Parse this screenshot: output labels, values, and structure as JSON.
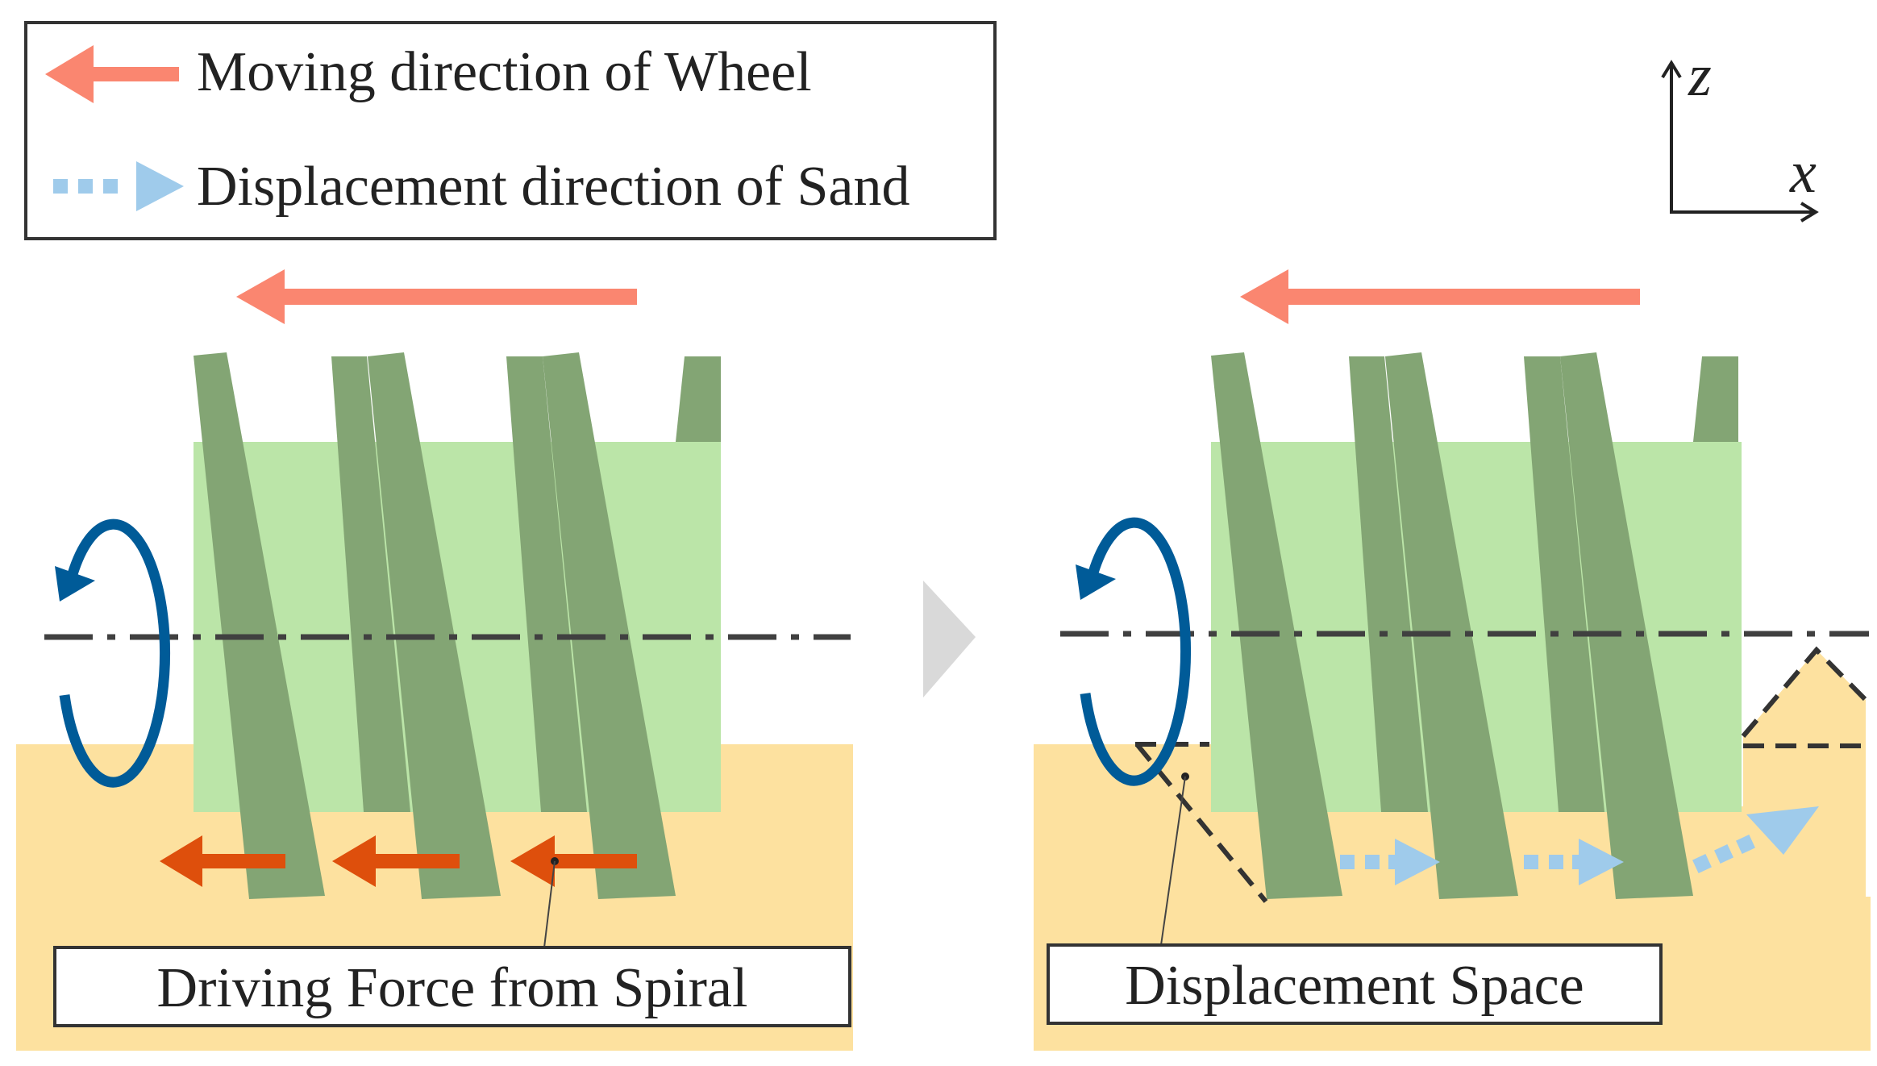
{
  "legend": {
    "wheel_label": "Moving direction of Wheel",
    "sand_label": "Displacement direction of Sand"
  },
  "axes": {
    "z": "z",
    "x": "x"
  },
  "left_panel": {
    "caption": "Driving Force from Spiral"
  },
  "right_panel": {
    "caption": "Displacement Space"
  },
  "colors": {
    "wheel_arrow": "#fa8670",
    "sand_arrow": "#9fcbeb",
    "driving_force_arrow": "#de4f0c",
    "rotation_arrow": "#005b98",
    "sand": "#fde19f",
    "wheel_body": "#bbe5a8",
    "spiral": "#83a574",
    "axis_line": "#404040",
    "next_chevron": "#d9d9d9"
  }
}
